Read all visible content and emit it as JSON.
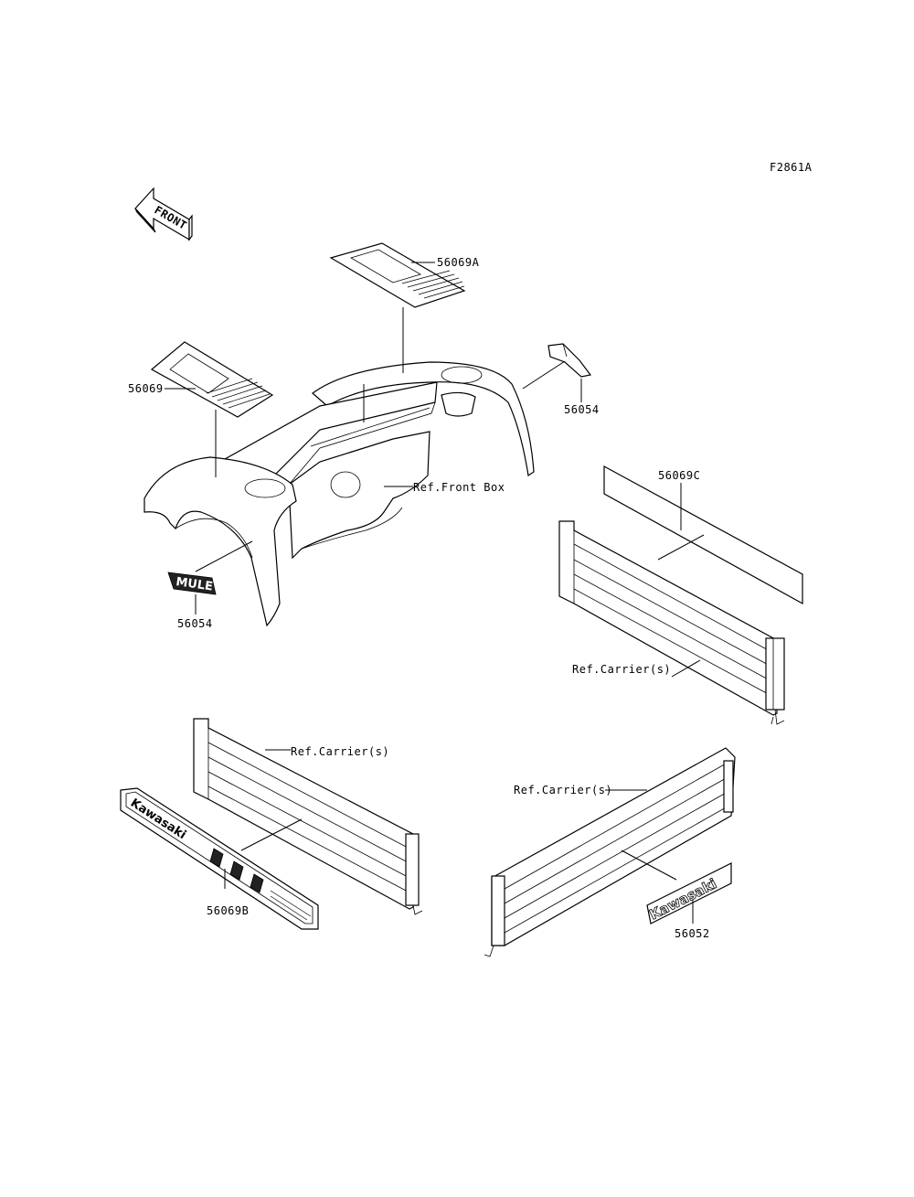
{
  "figure_code": "F2861A",
  "front_arrow_text": "FRONT",
  "labels": {
    "p56069A": "56069A",
    "p56069": "56069",
    "p56054_right": "56054",
    "ref_front_box": "Ref.Front Box",
    "p56054_left": "56054",
    "p56069C": "56069C",
    "ref_carrier_1": "Ref.Carrier(s)",
    "ref_carrier_2": "Ref.Carrier(s)",
    "ref_carrier_3": "Ref.Carrier(s)",
    "p56069B": "56069B",
    "p56052": "56052"
  },
  "decal_text": {
    "mule": "MULE",
    "kawasaki_b": "Kawasaki",
    "kawasaki_52": "Kawasaki"
  }
}
